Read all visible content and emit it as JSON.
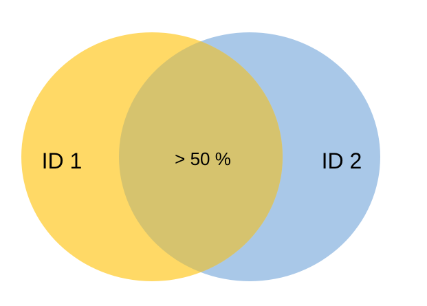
{
  "diagram": {
    "type": "venn",
    "sets": [
      {
        "label": "ID 1",
        "color": "#FFD966"
      },
      {
        "label": "ID 2",
        "color": "#A9C8E8"
      }
    ],
    "overlap": {
      "label": "> 50 %",
      "color": "#D6C36E"
    }
  }
}
